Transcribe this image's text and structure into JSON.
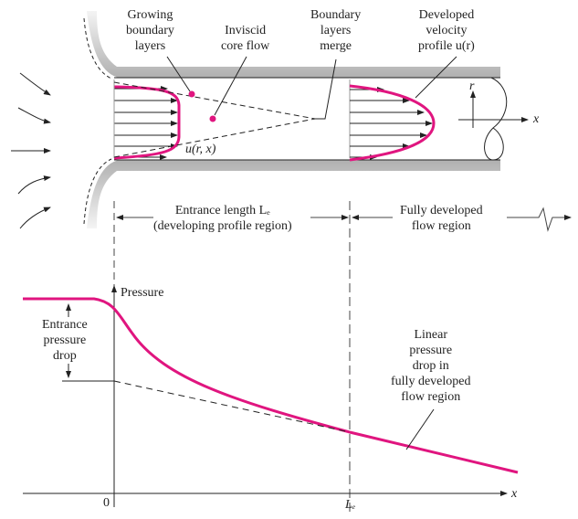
{
  "labels": {
    "growing": [
      "Growing",
      "boundary",
      "layers"
    ],
    "inviscid": [
      "Inviscid",
      "core flow"
    ],
    "merge": [
      "Boundary",
      "layers",
      "merge"
    ],
    "developed": [
      "Developed",
      "velocity",
      "profile u(r)"
    ],
    "u_rx": "u(r, x)",
    "r_axis": "r",
    "x_axis_top": "x",
    "entrance_length": [
      "Entrance length Lₑ",
      "(developing profile region)"
    ],
    "fully_developed": [
      "Fully developed",
      "flow region"
    ],
    "pressure": "Pressure",
    "entrance_drop": [
      "Entrance",
      "pressure",
      "drop"
    ],
    "linear_drop": [
      "Linear",
      "pressure",
      "drop in",
      "fully developed",
      "flow region"
    ],
    "origin": "0",
    "le_tick": "Lₑ",
    "x_axis_bottom": "x"
  },
  "colors": {
    "accent": "#e0157f",
    "line": "#222222",
    "wall": "#bdbdbd"
  }
}
